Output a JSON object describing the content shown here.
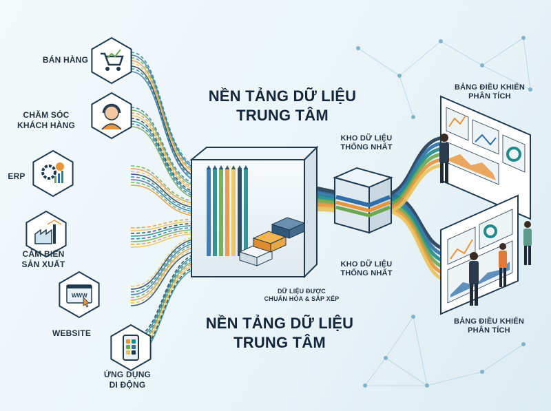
{
  "sources": [
    {
      "label": "BÁN HÀNG",
      "icon": "shopping-cart-icon"
    },
    {
      "label": "CHĂM SÓC\nKHÁCH HÀNG",
      "icon": "headset-agent-icon"
    },
    {
      "label": "ERP",
      "icon": "gears-chart-icon"
    },
    {
      "label": "CẢM BIẾN\nSẢN XUẤT",
      "icon": "factory-icon"
    },
    {
      "label": "WEBSITE",
      "icon": "browser-www-icon"
    },
    {
      "label": "ỨNG DỤNG\nDI ĐỘNG",
      "icon": "mobile-app-icon"
    }
  ],
  "platform": {
    "title_top": "NỀN TẢNG DỮ LIỆU\nTRUNG TÂM",
    "title_bottom": "NỀN TẢNG DỮ LIỆU\nTRUNG TÂM",
    "note": "DỮ LIỆU ĐƯỢC\nCHUẨN HÓA & SẮP XẾP"
  },
  "warehouse": {
    "label_top": "KHO DỮ LIỆU\nTHỐNG NHẤT",
    "label_bottom": "KHO DỮ LIỆU\nTHỐNG NHẤT"
  },
  "dashboards": {
    "label_top": "BẢNG ĐIỀU KHIỂN\nPHÂN TÍCH",
    "label_bottom": "BẢNG ĐIỀU KHIỂN\nPHÂN TÍCH"
  },
  "colors": {
    "hex_border": "#1f3a4f",
    "teal": "#1f8a8a",
    "blue": "#2f6fa8",
    "green": "#6aa84f",
    "orange": "#e8943a",
    "yellow": "#e9c35a",
    "navy": "#1f3a4f"
  }
}
